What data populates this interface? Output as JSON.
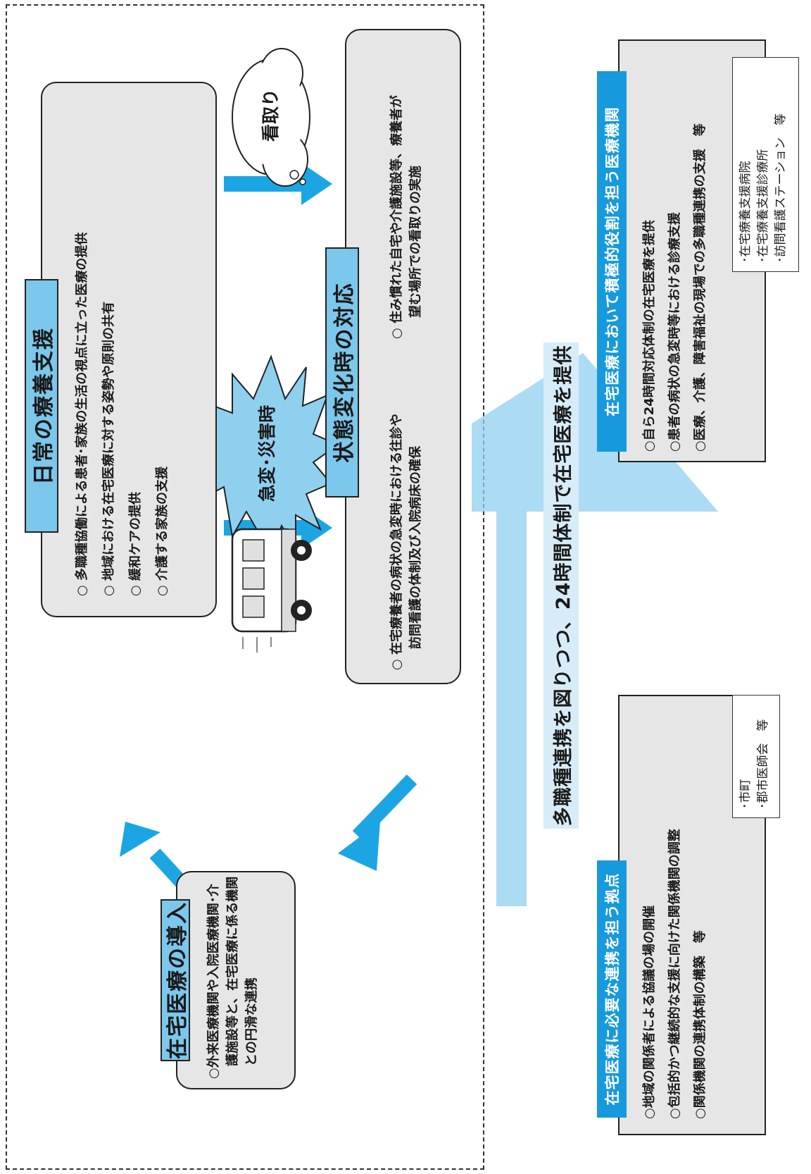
{
  "intro": {
    "title": "在宅医療の導入",
    "items": [
      "○外来医療機関や入院医療機関･介",
      "護施設等と、在宅医療に係る機関",
      "との円滑な連携"
    ]
  },
  "daily": {
    "title": "日常の療養支援",
    "items": [
      "○ 多職種協働による患者･家族の生活の視点に立った医療の提供",
      "○ 地域における在宅医療に対する姿勢や原則の共有",
      "○ 緩和ケアの提供",
      "○ 介護する家族の支援"
    ]
  },
  "emergency_label": "急変･災害時",
  "mitori_label": "看取り",
  "change": {
    "title": "状態変化時の対応",
    "item1": [
      "○ 在宅療養者の病状の急変時における往診や",
      "訪問看護の体制及び入院病床の確保"
    ],
    "item2": [
      "○ 住み慣れた自宅や介護施設等、療養者が",
      "望む場所での看取りの実施"
    ]
  },
  "band_text": "多職種連携を図りつつ、24時間体制で在宅医療を提供",
  "base": {
    "header": "在宅医療に必要な連携を担う拠点",
    "items": [
      "○地域の関係者による協議の場の開催",
      "○包括的かつ継続的な支援に向けた関係機関の調整",
      "○関係機関の連携体制の構築　等"
    ],
    "examples": [
      "･市町",
      "･郡市医師会　等"
    ]
  },
  "inst": {
    "header": "在宅医療において積極的役割を担う医療機関",
    "items": [
      "○自ら24時間対応体制の在宅医療を提供",
      "○患者の病状の急変時等における診療支援",
      "○医療、介護、障害福祉の現場での多職種連携の支援　等"
    ],
    "examples": [
      "･在宅療養支援病院",
      "･在宅療養支援診療所",
      "･訪問看護ステーション　等"
    ]
  },
  "colors": {
    "arrow": "#1ba6e3",
    "title_fill": "#7cc7ec",
    "header_fill": "#1799dd",
    "band_fill": "#d6ecf8",
    "box_fill": "#e6e6e6",
    "burst_fill": "#8fd0ef"
  }
}
